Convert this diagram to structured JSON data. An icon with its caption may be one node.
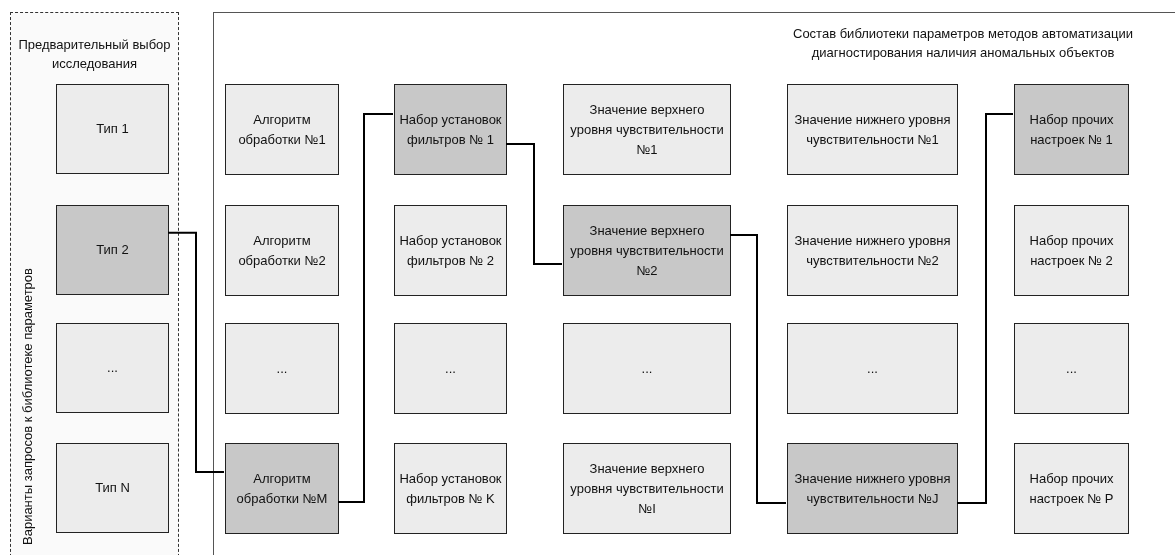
{
  "diagram": {
    "nodes": [
      {
        "text": [
          "Предварительный выбор исследования",
          "Варианты запросов к библиотеке параметров"
        ]
      },
      {
        "text": [
          "Тип 1"
        ],
        "in": 0
      },
      {
        "text": [
          "Тип 2"
        ],
        "in": 0
      },
      {
        "text": [
          "..."
        ],
        "in": 0
      },
      {
        "text": [
          "Тип N"
        ],
        "in": 0
      },
      {
        "text": [
          "Состав библиотеки параметров методов автоматизации диагностирования наличия аномальных объектов"
        ]
      },
      {
        "text": [
          "Алгоритм обработки №1"
        ],
        "in": 5
      },
      {
        "text": [
          "Набор установок фильтров № 1"
        ],
        "in": 5
      },
      {
        "text": [
          "Значение верхнего уровня чувствительности №1"
        ],
        "in": 5
      },
      {
        "text": [
          "Значение нижнего уровня чувствительности №1"
        ],
        "in": 5
      },
      {
        "text": [
          "Набор прочих настроек № 1"
        ],
        "in": 5
      },
      {
        "text": [
          "Алгоритм обработки №2"
        ],
        "in": 5
      },
      {
        "text": [
          "Набор установок фильтров № 2"
        ],
        "in": 5
      },
      {
        "text": [
          "Значение верхнего уровня чувствительности №2"
        ],
        "in": 5
      },
      {
        "text": [
          "Значение нижнего уровня чувствительности №2"
        ],
        "in": 5
      },
      {
        "text": [
          "Набор прочих настроек № 2"
        ],
        "in": 5
      },
      {
        "text": [
          "..."
        ],
        "in": 5
      },
      {
        "text": [
          "..."
        ],
        "in": 5
      },
      {
        "text": [
          "..."
        ],
        "in": 5
      },
      {
        "text": [
          "..."
        ],
        "in": 5
      },
      {
        "text": [
          "..."
        ],
        "in": 5
      },
      {
        "text": [
          "Алгоритм обработки №M"
        ],
        "in": 5
      },
      {
        "text": [
          "Набор установок фильтров № K"
        ],
        "in": 5
      },
      {
        "text": [
          "Значение верхнего уровня чувствительности №I"
        ],
        "in": 5
      },
      {
        "text": [
          "Значение нижнего уровня чувствительности №J"
        ],
        "in": 5
      },
      {
        "text": [
          "Набор прочих настроек № P"
        ],
        "in": 5
      }
    ],
    "edges": [
      {
        "from": 2,
        "to": 21,
        "arrow": "none"
      },
      {
        "from": 21,
        "to": 7,
        "arrow": "none"
      },
      {
        "from": 7,
        "to": 13,
        "arrow": "none"
      },
      {
        "from": 13,
        "to": 24,
        "arrow": "none"
      },
      {
        "from": 24,
        "to": 10,
        "arrow": "none"
      }
    ]
  }
}
